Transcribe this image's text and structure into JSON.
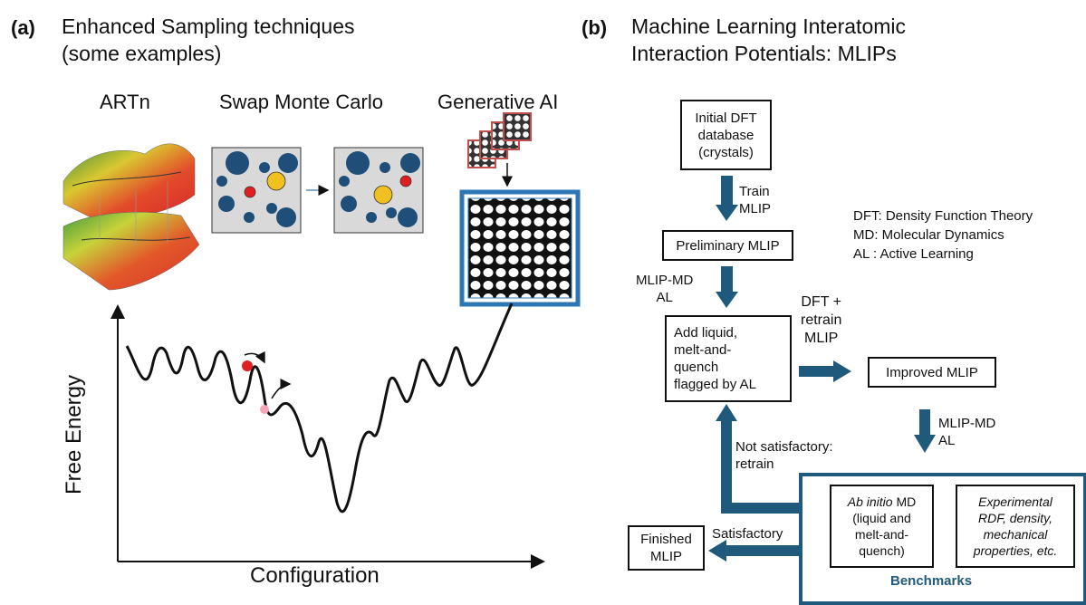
{
  "panel_a": {
    "letter": "(a)",
    "title_line1": "Enhanced Sampling techniques",
    "title_line2": "(some examples)",
    "methods": [
      "ARTn",
      "Swap Monte Carlo",
      "Generative AI"
    ],
    "y_axis_label": "Free Energy",
    "x_axis_label": "Configuration"
  },
  "panel_b": {
    "letter": "(b)",
    "title_line1": "Machine Learning Interatomic",
    "title_line2": "Interaction Potentials: MLIPs",
    "initial_db": [
      "Initial DFT",
      "database",
      "(crystals)"
    ],
    "train_label": [
      "Train",
      "MLIP"
    ],
    "preliminary": "Preliminary MLIP",
    "mlip_md_al_1": [
      "MLIP-MD",
      "AL"
    ],
    "add_liquid": [
      "Add liquid,",
      "melt-and-",
      "quench",
      "flagged by AL"
    ],
    "dft_retrain": [
      "DFT +",
      "retrain",
      "MLIP"
    ],
    "improved": "Improved MLIP",
    "mlip_md_al_2": [
      "MLIP-MD",
      "AL"
    ],
    "not_satisfactory": [
      "Not satisfactory:",
      "retrain"
    ],
    "satisfactory": "Satisfactory",
    "finished": [
      "Finished",
      "MLIP"
    ],
    "ab_initio": [
      "Ab initio",
      " MD",
      "(liquid and",
      "melt-and-",
      "quench)"
    ],
    "experimental": [
      "Experimental",
      "RDF, density,",
      "mechanical",
      "properties, etc."
    ],
    "benchmarks": "Benchmarks",
    "legend": [
      "DFT: Density Function Theory",
      "MD: Molecular Dynamics",
      "AL  :  Active Learning"
    ],
    "colors": {
      "arrow": "#1f5a7c",
      "bench_border": "#1f5a7c",
      "bench_text": "#1f5a7c"
    }
  }
}
